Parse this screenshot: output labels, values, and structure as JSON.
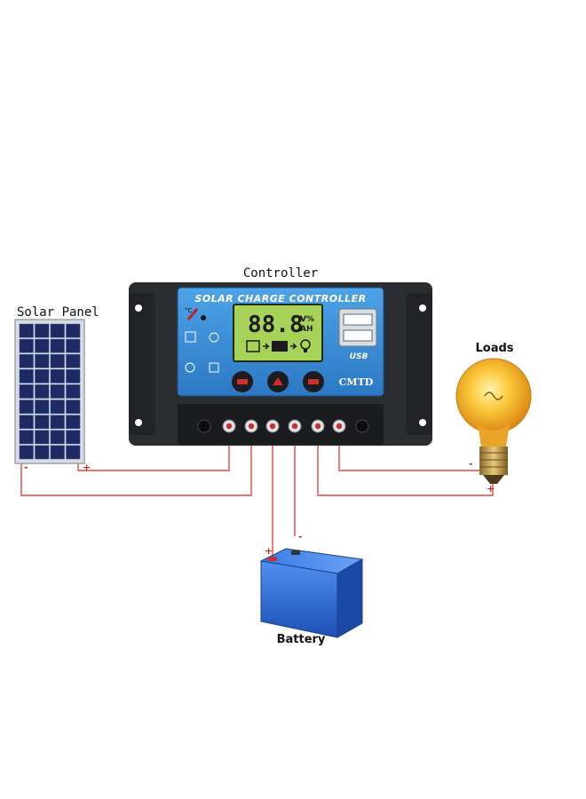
{
  "labels": {
    "controller": "Controller",
    "solar_panel": "Solar Panel",
    "loads": "Loads",
    "battery": "Battery"
  },
  "controller": {
    "title": "SOLAR CHARGE CONTROLLER",
    "display": "88.8",
    "unit_top": "V%",
    "unit_bottom": "AH",
    "usb": "USB",
    "brand": "CMTD"
  },
  "polarity": {
    "solar_minus": "-",
    "solar_plus": "+",
    "load_minus": "-",
    "load_plus": "+",
    "battery_plus": "+",
    "battery_minus": "-"
  },
  "colors": {
    "wire": "#e0463e",
    "controller_body": "#2b2d30",
    "controller_face": "#3b8fd6",
    "lcd": "#a8d35a",
    "battery": "#2d6fd4",
    "bulb": "#f6b21a"
  }
}
